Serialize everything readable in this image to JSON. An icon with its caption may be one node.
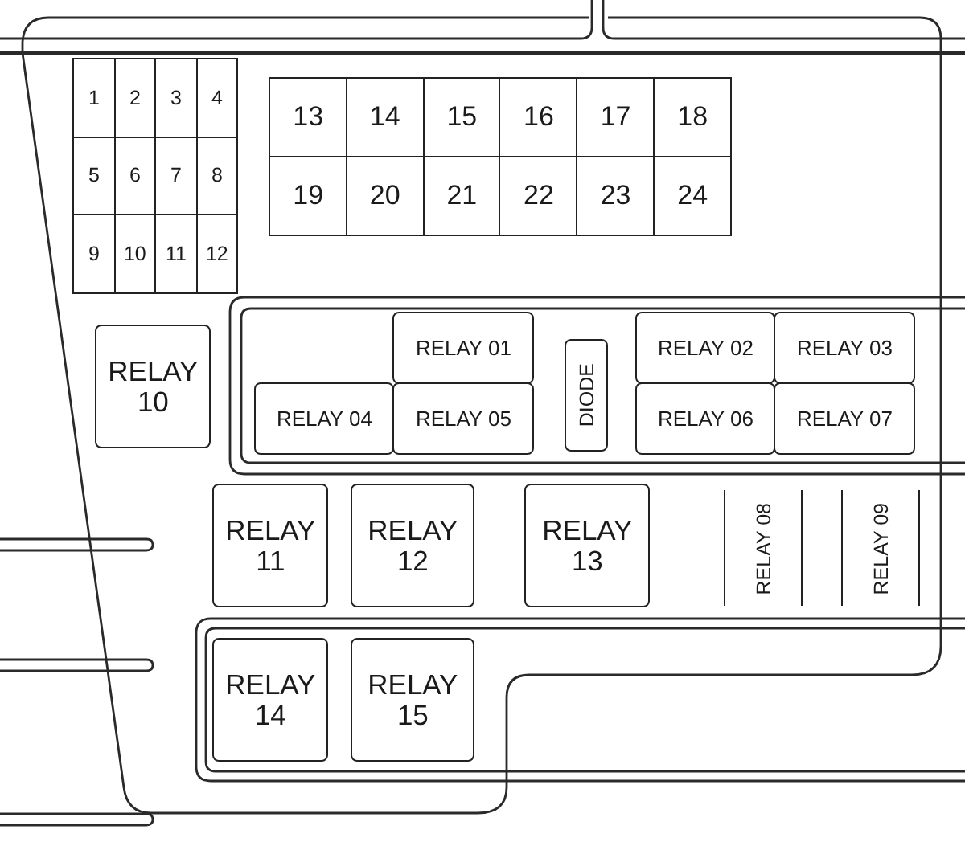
{
  "diagram": {
    "nodes": [
      {
        "text": [
          "1"
        ]
      },
      {
        "text": [
          "2"
        ]
      },
      {
        "text": [
          "3"
        ]
      },
      {
        "text": [
          "4"
        ]
      },
      {
        "text": [
          "5"
        ]
      },
      {
        "text": [
          "6"
        ]
      },
      {
        "text": [
          "7"
        ]
      },
      {
        "text": [
          "8"
        ]
      },
      {
        "text": [
          "9"
        ]
      },
      {
        "text": [
          "10"
        ]
      },
      {
        "text": [
          "11"
        ]
      },
      {
        "text": [
          "12"
        ]
      },
      {
        "text": [
          "13"
        ]
      },
      {
        "text": [
          "14"
        ]
      },
      {
        "text": [
          "15"
        ]
      },
      {
        "text": [
          "16"
        ]
      },
      {
        "text": [
          "17"
        ]
      },
      {
        "text": [
          "18"
        ]
      },
      {
        "text": [
          "19"
        ]
      },
      {
        "text": [
          "20"
        ]
      },
      {
        "text": [
          "21"
        ]
      },
      {
        "text": [
          "22"
        ]
      },
      {
        "text": [
          "23"
        ]
      },
      {
        "text": [
          "24"
        ]
      },
      {
        "text": [
          "RELAY 10"
        ]
      },
      {
        "text": [
          "RELAY 01"
        ]
      },
      {
        "text": [
          "DIODE"
        ]
      },
      {
        "text": [
          "RELAY 02"
        ]
      },
      {
        "text": [
          "RELAY 03"
        ]
      },
      {
        "text": [
          "RELAY 04"
        ]
      },
      {
        "text": [
          "RELAY 05"
        ]
      },
      {
        "text": [
          "RELAY 06"
        ]
      },
      {
        "text": [
          "RELAY 07"
        ]
      },
      {
        "text": [
          "RELAY 11"
        ]
      },
      {
        "text": [
          "RELAY 12"
        ]
      },
      {
        "text": [
          "RELAY 13"
        ]
      },
      {
        "text": [
          "RELAY 08"
        ]
      },
      {
        "text": [
          "RELAY 09"
        ]
      },
      {
        "text": [
          "RELAY 14"
        ]
      },
      {
        "text": [
          "RELAY 15"
        ]
      }
    ]
  }
}
